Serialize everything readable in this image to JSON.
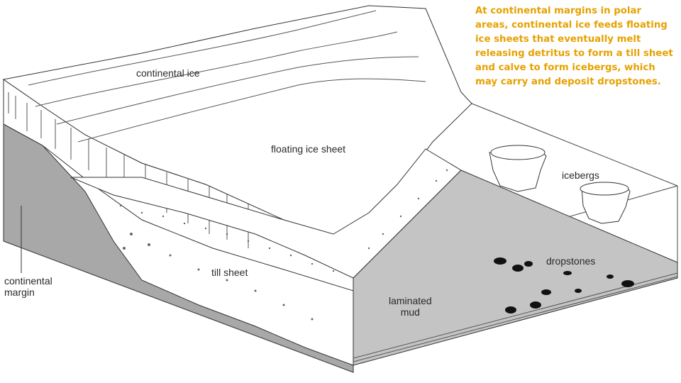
{
  "caption": "At continental margins in polar areas, continental ice feeds floating ice sheets that eventually melt releasing detritus to form a till sheet and calve to form icebergs, which may carry and deposit dropstones.",
  "labels": {
    "continental_ice": "continental ice",
    "floating_ice_sheet": "floating ice sheet",
    "icebergs": "icebergs",
    "continental_margin_line1": "continental",
    "continental_margin_line2": "margin",
    "till_sheet": "till sheet",
    "dropstones": "dropstones",
    "laminated_mud_line1": "laminated",
    "laminated_mud_line2": "mud"
  },
  "colors": {
    "caption": "#e6a100",
    "seafloor": "#c4c4c4",
    "margin_face": "#a8a8a8",
    "ice": "#ffffff",
    "outline": "#333333",
    "dropstone": "#111111"
  }
}
